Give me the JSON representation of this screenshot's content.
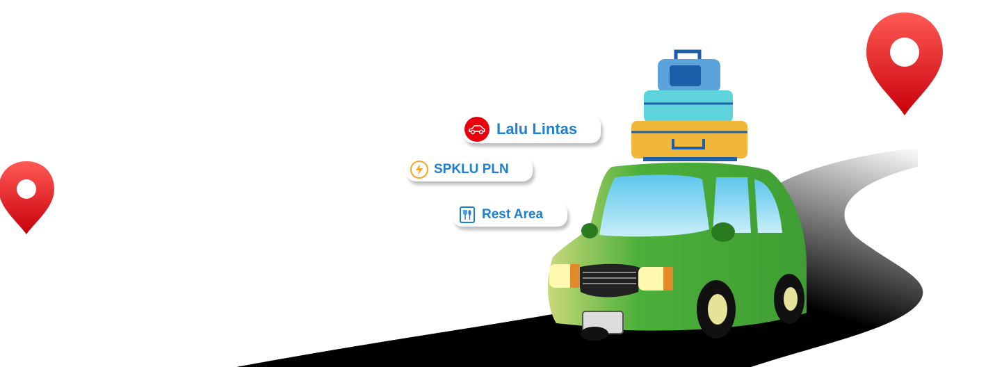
{
  "badges": [
    {
      "label": "Lalu Lintas",
      "icon": "car-icon",
      "icon_color": "#e8000d"
    },
    {
      "label": "SPKLU PLN",
      "icon": "lightning-icon",
      "icon_color": "#f5a623"
    },
    {
      "label": "Rest Area",
      "icon": "fork-knife-icon",
      "icon_color": "#1e7fd0"
    }
  ],
  "colors": {
    "pin": "#e8161d",
    "car": "#4caf3a",
    "text": "#1e7fd0"
  }
}
